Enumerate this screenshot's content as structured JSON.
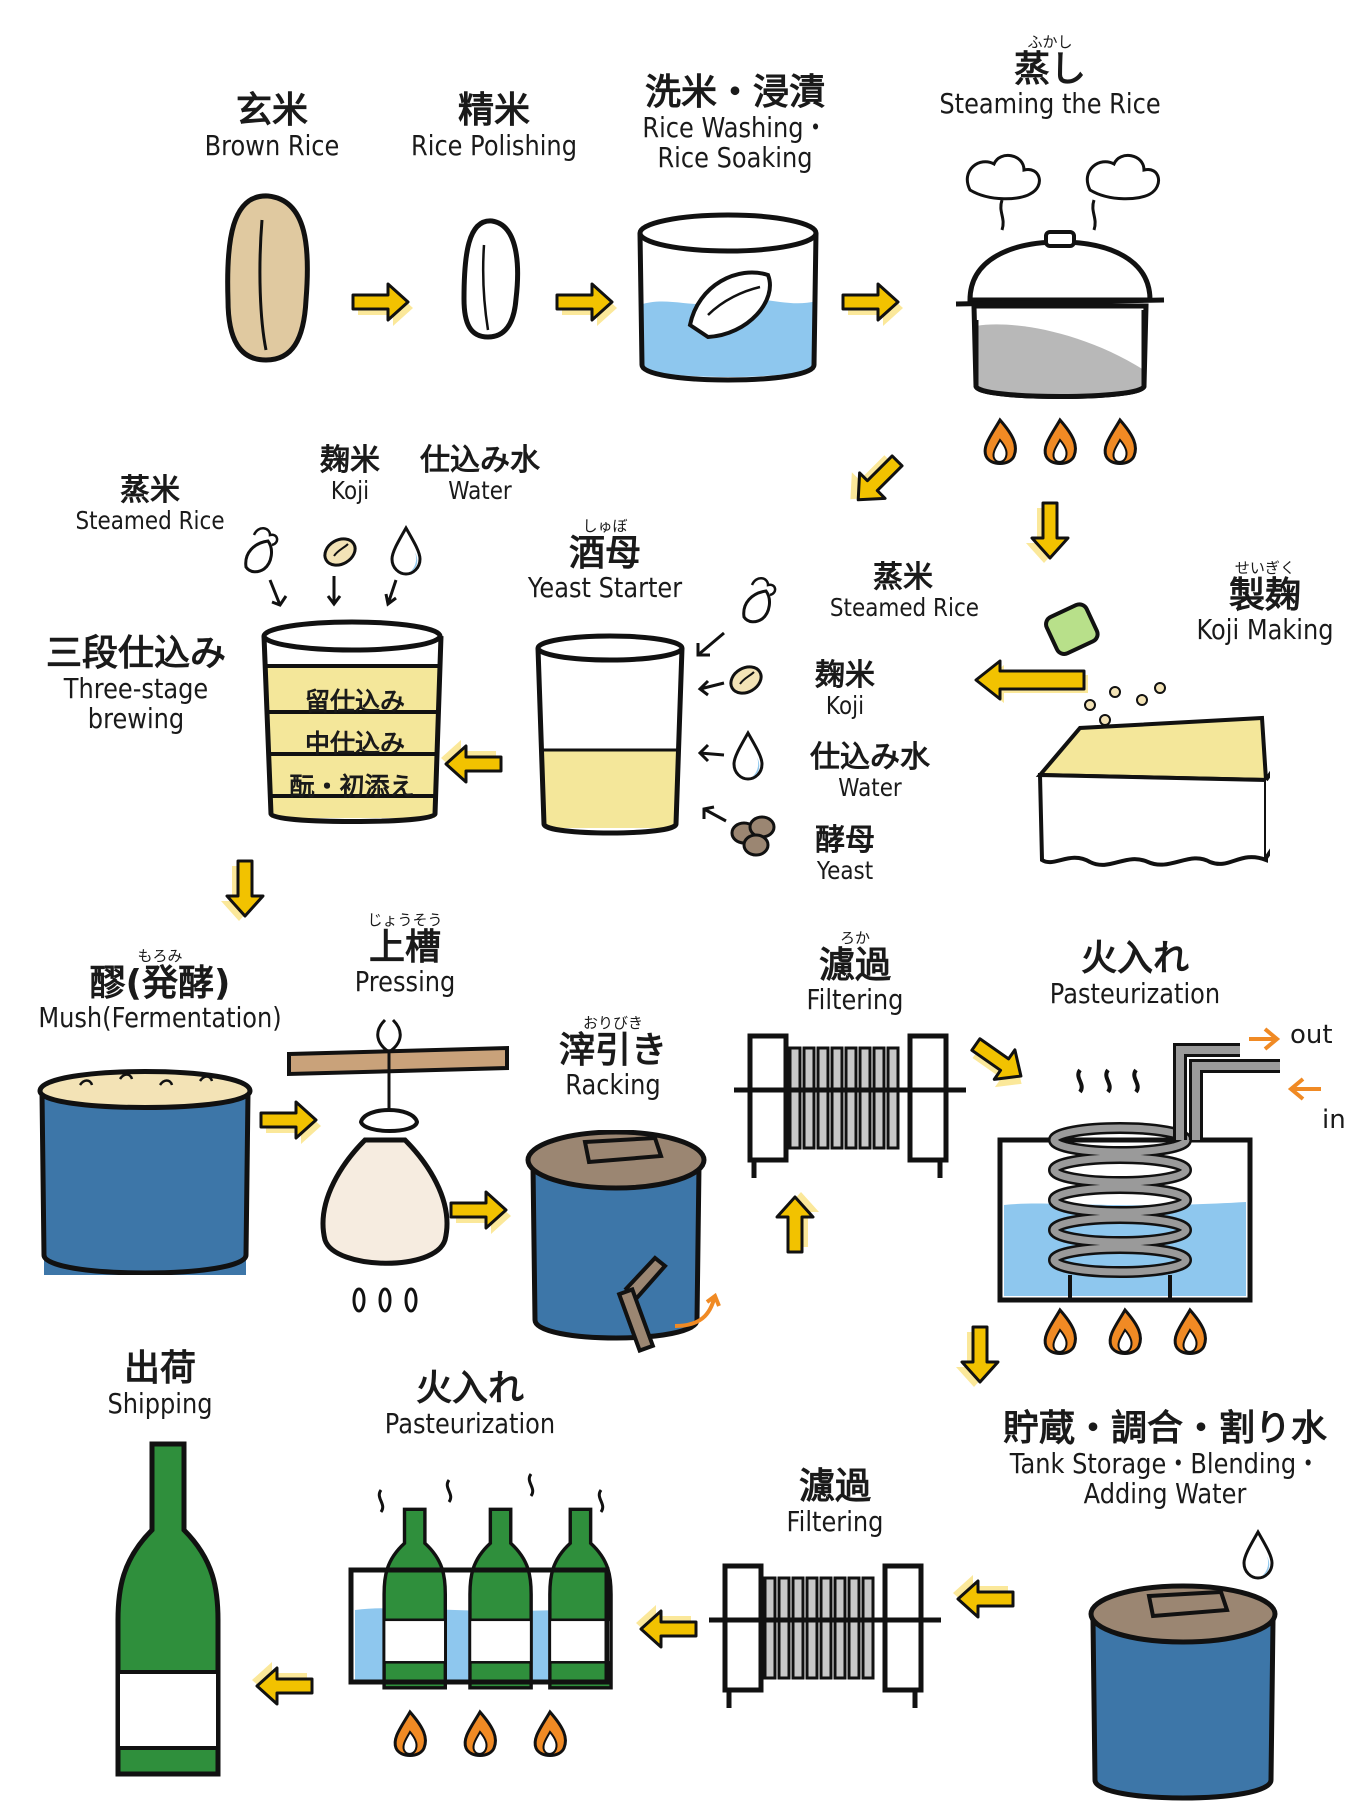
{
  "steps": {
    "brown_rice": {
      "jp": "玄米",
      "en": "Brown Rice"
    },
    "polishing": {
      "jp": "精米",
      "en": "Rice Polishing"
    },
    "washing": {
      "jp": "洗米・浸漬",
      "en1": "Rice Washing・",
      "en2": "Rice Soaking"
    },
    "steaming": {
      "furigana": "ふかし",
      "jp": "蒸し",
      "en": "Steaming the Rice"
    },
    "koji_making": {
      "furigana": "せいぎく",
      "jp": "製麹",
      "en": "Koji Making"
    },
    "yeast_starter": {
      "furigana": "しゅぼ",
      "jp": "酒母",
      "en": "Yeast Starter"
    },
    "three_stage": {
      "jp": "三段仕込み",
      "en1": "Three-stage",
      "en2": "brewing"
    },
    "mush": {
      "furigana": "もろみ",
      "jp": "醪(発酵)",
      "en": "Mush(Fermentation)"
    },
    "pressing": {
      "furigana": "じょうそう",
      "jp": "上槽",
      "en": "Pressing"
    },
    "racking": {
      "furigana": "おりびき",
      "jp": "滓引き",
      "en": "Racking"
    },
    "filtering1": {
      "furigana": "ろか",
      "jp": "濾過",
      "en": "Filtering"
    },
    "pasteurization1": {
      "jp": "火入れ",
      "en": "Pasteurization"
    },
    "storage": {
      "jp": "貯蔵・調合・割り水",
      "en1": "Tank Storage・Blending・",
      "en2": "Adding Water"
    },
    "filtering2": {
      "jp": "濾過",
      "en": "Filtering"
    },
    "pasteurization2": {
      "jp": "火入れ",
      "en": "Pasteurization"
    },
    "shipping": {
      "jp": "出荷",
      "en": "Shipping"
    }
  },
  "ingredients_starter": {
    "steamed_rice": {
      "jp": "蒸米",
      "en": "Steamed Rice"
    },
    "koji": {
      "jp": "麹米",
      "en": "Koji"
    },
    "water": {
      "jp": "仕込み水",
      "en": "Water"
    },
    "yeast": {
      "jp": "酵母",
      "en": "Yeast"
    }
  },
  "ingredients_brewing": {
    "steamed_rice": {
      "jp": "蒸米",
      "en": "Steamed Rice"
    },
    "koji": {
      "jp": "麹米",
      "en": "Koji"
    },
    "water": {
      "jp": "仕込み水",
      "en": "Water"
    }
  },
  "brewing_layers": [
    "留仕込み",
    "中仕込み",
    "酛・初添え"
  ],
  "heater_flow": {
    "out": "out",
    "in": "in"
  },
  "colors": {
    "arrow": "#f2c200",
    "arrow_shadow": "#fbe89a",
    "tank": "#3d76a8",
    "water": "#8ec7ee",
    "bottle": "#2f8f3c",
    "flame": "#f08a24",
    "lid": "#9b8672",
    "sake": "#f4e79a"
  }
}
